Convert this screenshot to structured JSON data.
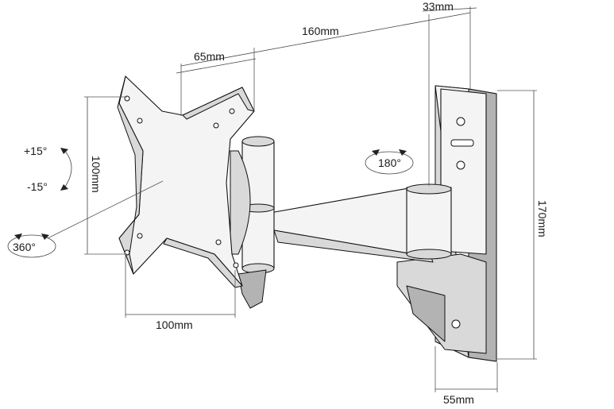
{
  "dimensions": {
    "depth_back": "33mm",
    "arm_length": "160mm",
    "plate_offset": "65mm",
    "vesa_height": "100mm",
    "vesa_width": "100mm",
    "wall_plate_height": "170mm",
    "wall_plate_width": "55mm"
  },
  "rotations": {
    "tilt_up": "+15°",
    "tilt_down": "-15°",
    "rotate_screen": "360°",
    "swivel_arm": "180°"
  }
}
